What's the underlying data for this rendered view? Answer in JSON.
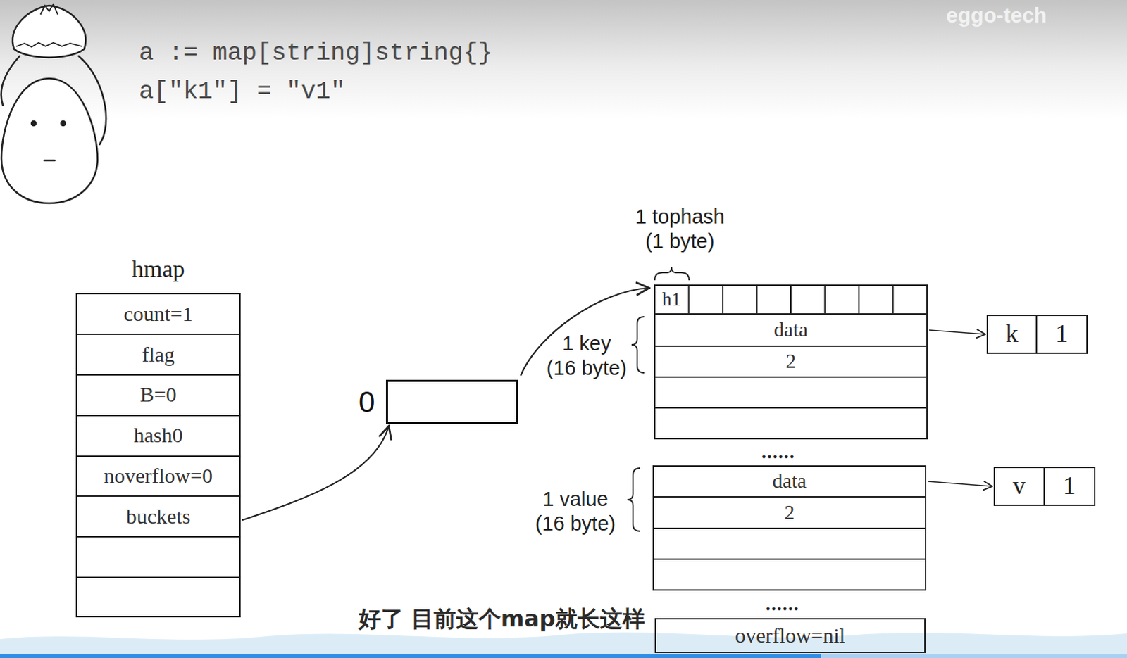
{
  "diagram": {
    "nodes": [
      {
        "text": [
          "hmap"
        ]
      },
      {
        "text": [
          "count=1"
        ],
        "in": 0
      },
      {
        "text": [
          "flag"
        ],
        "in": 0
      },
      {
        "text": [
          "B=0"
        ],
        "in": 0
      },
      {
        "text": [
          "hash0"
        ],
        "in": 0
      },
      {
        "text": [
          "noverflow=0"
        ],
        "in": 0
      },
      {
        "text": [
          "buckets"
        ],
        "in": 0
      },
      {
        "text": [
          "0"
        ]
      },
      {
        "text": [
          "h1"
        ]
      },
      {
        "text": [
          "data"
        ]
      },
      {
        "text": [
          "2"
        ]
      },
      {
        "text": [
          "k",
          "1"
        ]
      },
      {
        "text": [
          "data"
        ]
      },
      {
        "text": [
          "2"
        ]
      },
      {
        "text": [
          "v",
          "1"
        ]
      },
      {
        "text": [
          "overflow=nil"
        ]
      }
    ],
    "edges": [
      {
        "from": 6,
        "to": 7,
        "arrow": "to"
      },
      {
        "from": 7,
        "to": 8,
        "arrow": "to"
      },
      {
        "from": 9,
        "to": 11,
        "arrow": "to"
      },
      {
        "from": 12,
        "to": 14,
        "arrow": "to"
      }
    ],
    "labels": [
      "a := map[string]string{}",
      "a[\"k1\"] = \"v1\"",
      "1 tophash (1 byte)",
      "1 key (16 byte)",
      "......",
      "1 value (16 byte)",
      "......",
      "好了 目前这个map就长这样",
      "eggo-tech"
    ]
  }
}
